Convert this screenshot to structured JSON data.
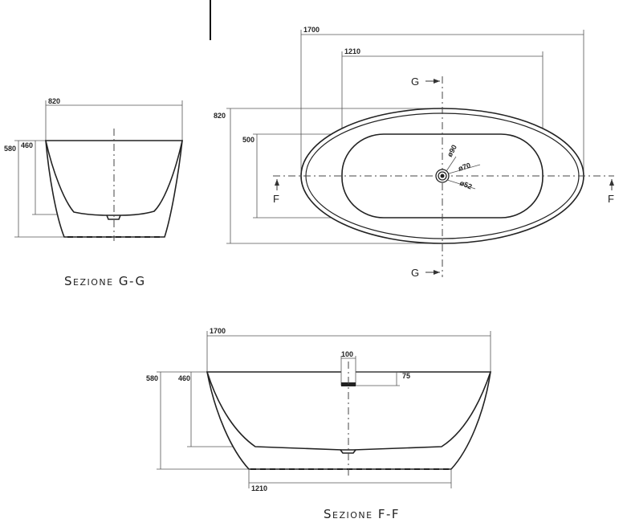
{
  "sections": {
    "gg": {
      "title": "Sezione G-G",
      "dims": {
        "width": "820",
        "height": "580",
        "depth": "460"
      }
    },
    "ff": {
      "title": "Sezione F-F",
      "dims": {
        "length": "1700",
        "height": "580",
        "depth": "460",
        "bottom": "1210",
        "drain_w": "100",
        "drain_h": "75"
      }
    }
  },
  "plan": {
    "dims": {
      "length": "1700",
      "inner_length": "1210",
      "width": "820",
      "inner_width": "500"
    },
    "drain": {
      "d1": "ø90",
      "d2": "ø70",
      "d3": "ø52"
    },
    "markers": {
      "g": "G",
      "f": "F"
    }
  }
}
